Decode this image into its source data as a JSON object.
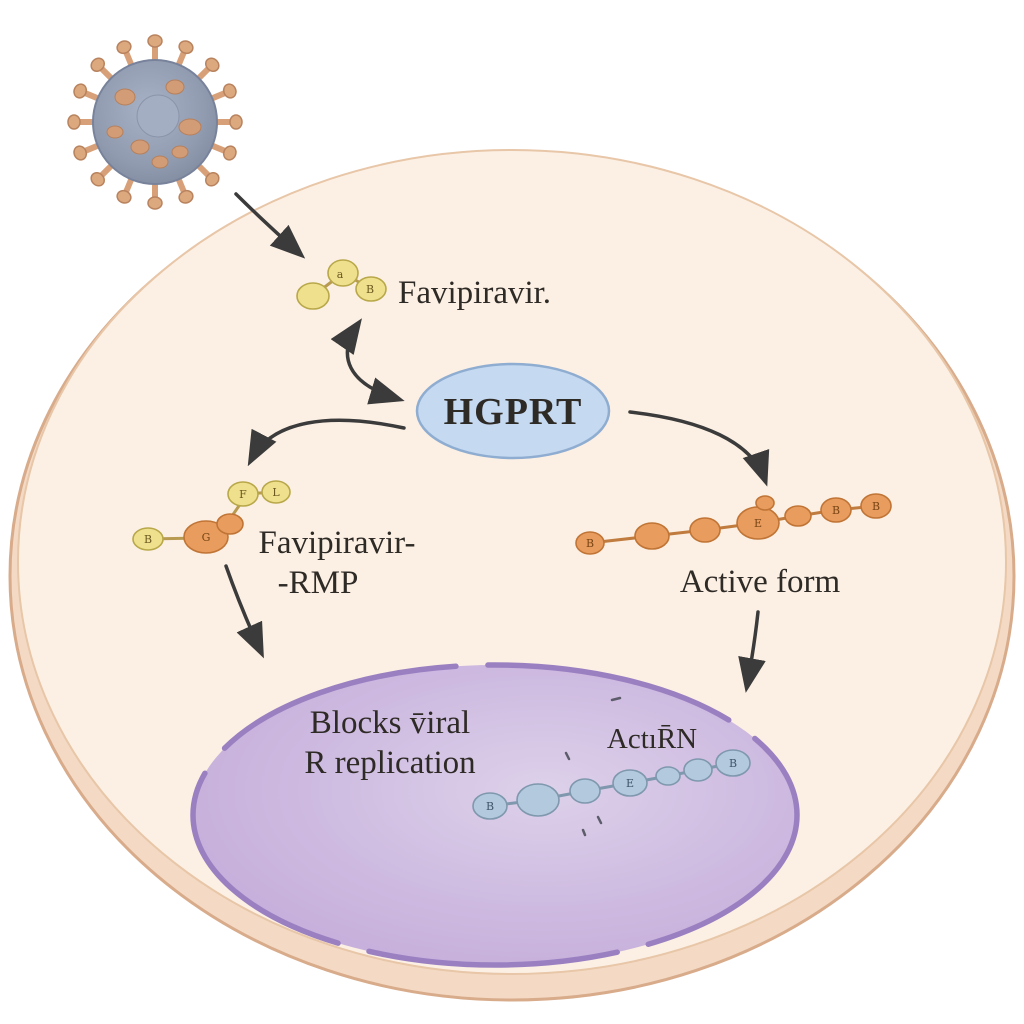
{
  "labels": {
    "favipiravir": "Favipiravir.",
    "hgprt": "HGPRT",
    "rmp_line1": "Favipiravir-",
    "rmp_line2": "-RMP",
    "active_form": "Active form",
    "blocks_line1": "Blocks v̄iral",
    "blocks_line2": "R replication",
    "nucleus_rna": "ActıR̄N"
  },
  "atoms": {
    "top": [
      "a",
      "B"
    ],
    "rmp": [
      "B",
      "G",
      "F",
      "L"
    ],
    "active": [
      "B",
      "E",
      "B",
      "B"
    ],
    "nucleus": [
      "B",
      "E",
      "B"
    ]
  },
  "colors": {
    "cell_fill": "#fcf0e4",
    "cell_rim": "#f4dac4",
    "cell_stroke": "#d8ab8b",
    "virus_body": "#919bb0",
    "virus_spike": "#dca87e",
    "hgprt_fill": "#c5d9f1",
    "hgprt_stroke": "#8fadd1",
    "molecule_yellow": "#efe08e",
    "molecule_orange": "#e89d5f",
    "molecule_blue": "#b3c9de",
    "nucleus_fill": "#cdb9e0",
    "nucleus_stroke": "#9b80c1",
    "arrow": "#3b3b3b",
    "text": "#2e2a26"
  }
}
